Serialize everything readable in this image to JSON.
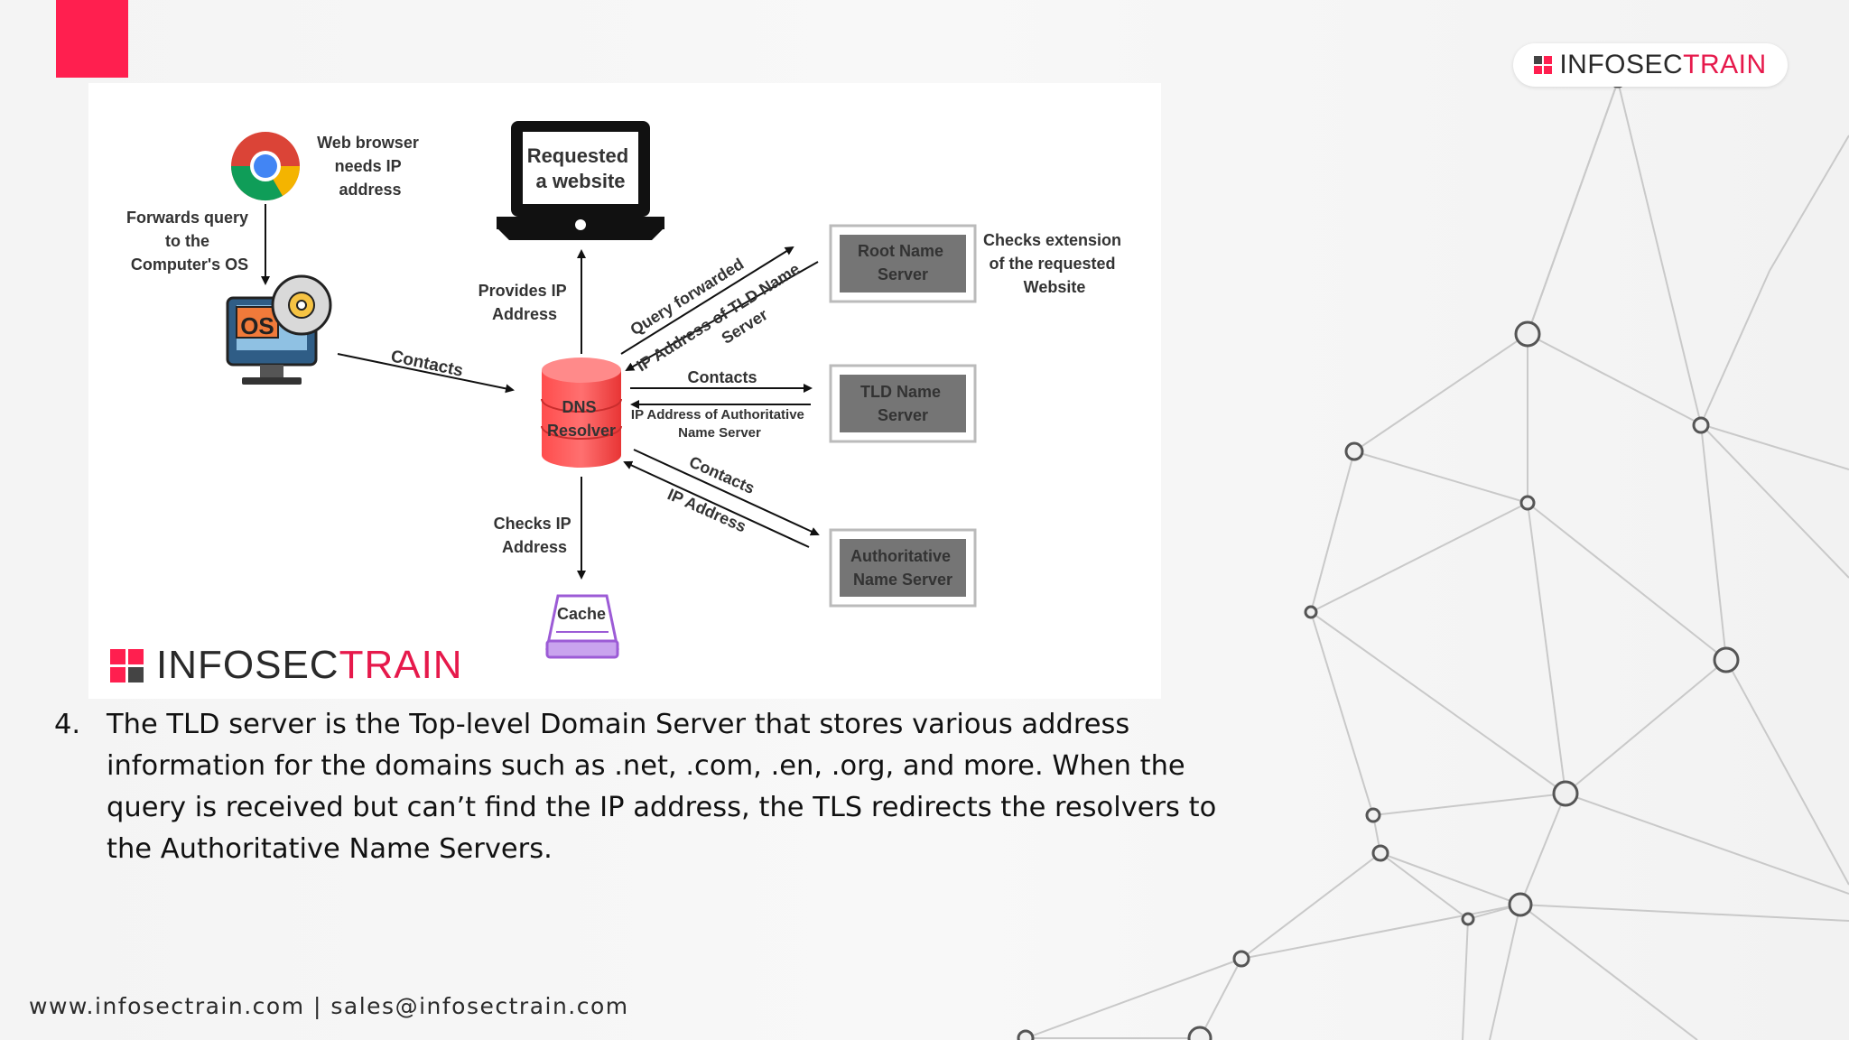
{
  "brand": {
    "name_part1": "INFOSEC",
    "name_part2": "TRAIN",
    "red_color": "#ff1f4f",
    "pink_color": "#e6194b"
  },
  "diagram": {
    "browser_note": [
      "Web browser",
      "needs IP",
      "address"
    ],
    "os_note": [
      "Forwards query",
      "to the",
      "Computer's OS"
    ],
    "os_label": "OS",
    "laptop_label": [
      "Requested",
      "a website"
    ],
    "provides_ip": [
      "Provides IP",
      "Address"
    ],
    "contacts_left": "Contacts",
    "dns_label": [
      "DNS",
      "Resolver"
    ],
    "checks_ip": [
      "Checks IP",
      "Address"
    ],
    "cache_label": "Cache",
    "query_forwarded": "Query forwarded",
    "ip_of_tld": [
      "IP Address of TLD Name",
      "Server"
    ],
    "contacts_tld": "Contacts",
    "ip_of_auth": [
      "IP Address of Authoritative",
      "Name Server"
    ],
    "contacts_auth": "Contacts",
    "ip_address_return": "IP Address",
    "root_server": [
      "Root Name",
      "Server"
    ],
    "root_note": [
      "Checks extension",
      "of the requested",
      "Website"
    ],
    "tld_server": [
      "TLD Name",
      "Server"
    ],
    "auth_server": [
      "Authoritative",
      "Name Server"
    ]
  },
  "step": {
    "number": "4.",
    "lines": [
      "The TLD server is the Top-level Domain Server that stores various address",
      "information for the domains such as .net, .com, .en, .org, and more. When the",
      "query is received but can’t find the IP address, the TLS redirects the resolvers to",
      "the Authoritative Name Servers."
    ]
  },
  "footer": "www.infosectrain.com | sales@infosectrain.com"
}
